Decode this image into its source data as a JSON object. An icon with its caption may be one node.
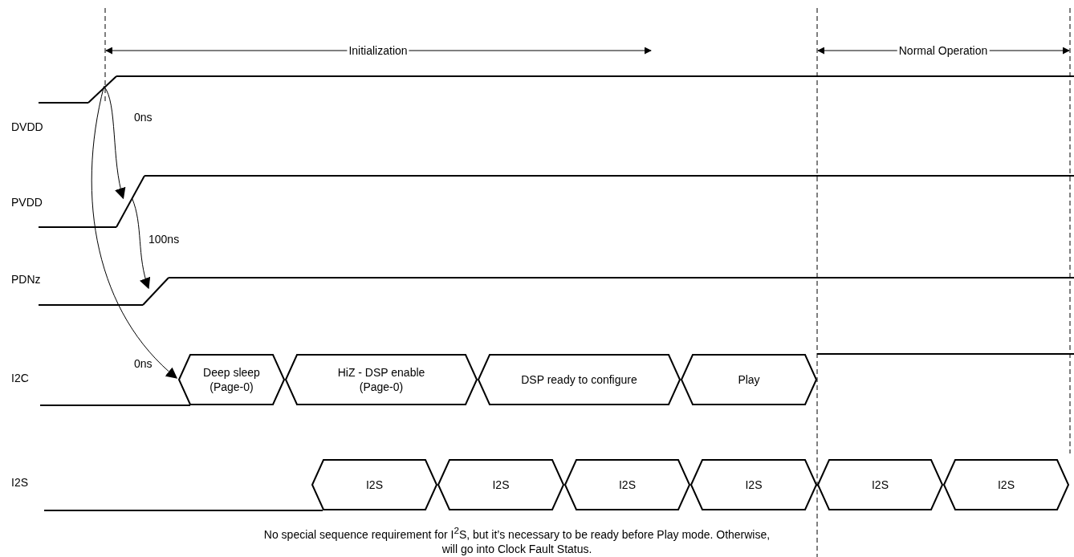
{
  "diagram": {
    "nodes": [
      {
        "text": [],
        "shape": "line"
      },
      {
        "text": [],
        "shape": "line"
      },
      {
        "text": [],
        "shape": "line"
      },
      {
        "text": [
          "Deep sleep (Page-0)"
        ]
      },
      {
        "text": [
          "HiZ - DSP enable (Page-0)"
        ]
      },
      {
        "text": [
          "DSP ready to configure"
        ]
      },
      {
        "text": [
          "Play"
        ]
      },
      {
        "text": [
          "I2S"
        ]
      },
      {
        "text": [
          "I2S"
        ]
      },
      {
        "text": [
          "I2S"
        ]
      },
      {
        "text": [
          "I2S"
        ]
      },
      {
        "text": [
          "I2S"
        ]
      },
      {
        "text": [
          "I2S"
        ]
      }
    ],
    "edges": [
      {
        "from": 0,
        "to": 1,
        "arrow": "to",
        "label": "0ns"
      },
      {
        "from": 1,
        "to": 2,
        "arrow": "to",
        "label": "100ns"
      },
      {
        "from": 0,
        "to": 3,
        "arrow": "to",
        "label": "0ns"
      }
    ],
    "labels": [
      "Initialization",
      "Normal Operation",
      "DVDD",
      "PVDD",
      "PDNz",
      "I2C",
      "I2S",
      "No special sequence requirement for I$^{2}$S, but it’s necessary to be ready before Play mode. Otherwise, will go into Clock Fault Status."
    ]
  }
}
